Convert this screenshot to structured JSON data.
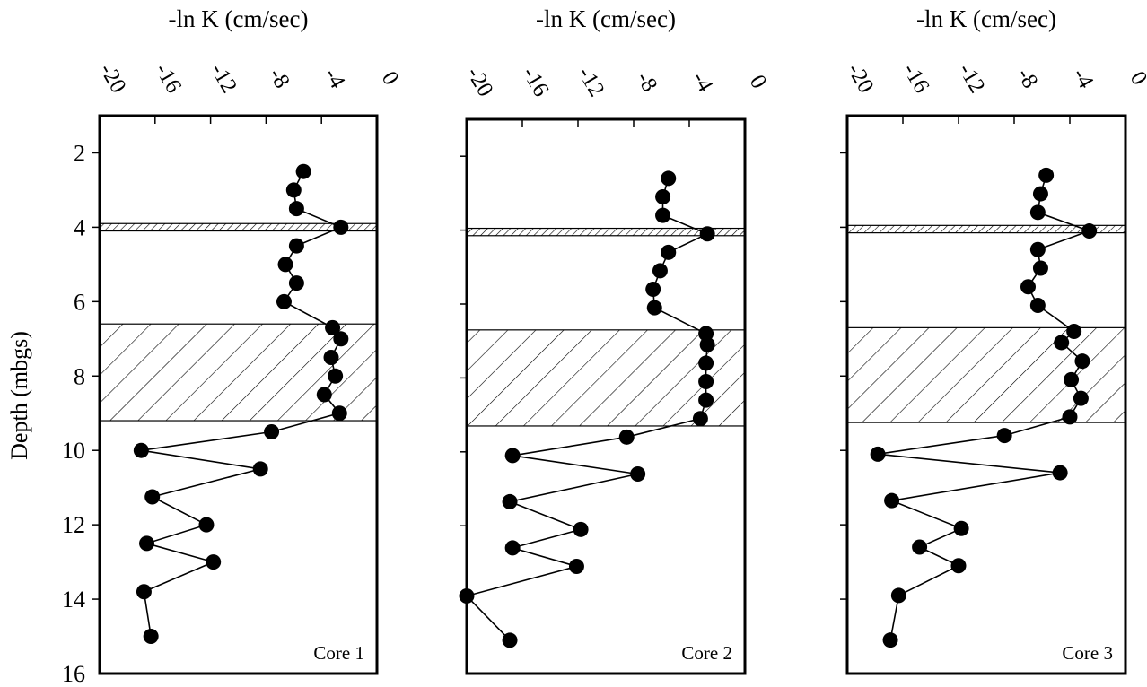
{
  "chart_data": [
    {
      "type": "scatter",
      "panel_label": "Core 1",
      "xlabel": "-ln K (cm/sec)",
      "ylabel": "Depth (mbgs)",
      "xlim": [
        -20,
        0
      ],
      "ylim": [
        16,
        1
      ],
      "xticks": [
        -20,
        -16,
        -12,
        -8,
        -4,
        0
      ],
      "yticks": [
        2,
        4,
        6,
        8,
        10,
        12,
        14,
        16
      ],
      "bands": [
        {
          "top": 3.9,
          "bottom": 4.1,
          "pattern": "hatch-dense"
        },
        {
          "top": 6.6,
          "bottom": 9.2,
          "pattern": "hatch"
        }
      ],
      "series": [
        {
          "x": [
            -5.3,
            -6.0,
            -5.8,
            -2.6,
            -5.8,
            -6.6,
            -5.8,
            -6.7,
            -3.2,
            -2.6,
            -3.3,
            -3.0,
            -3.8,
            -2.7,
            -7.6,
            -17.0,
            -8.4,
            -16.2,
            -12.3,
            -16.6,
            -11.8,
            -16.8,
            -16.3
          ],
          "y": [
            2.5,
            3.0,
            3.5,
            4.0,
            4.5,
            5.0,
            5.5,
            6.0,
            6.7,
            7.0,
            7.5,
            8.0,
            8.5,
            9.0,
            9.5,
            10.0,
            10.5,
            11.25,
            12.0,
            12.5,
            13.0,
            13.8,
            15.0
          ]
        }
      ]
    },
    {
      "type": "scatter",
      "panel_label": "Core 2",
      "xlabel": "-ln K (cm/sec)",
      "ylabel": "",
      "xlim": [
        -20,
        0
      ],
      "ylim": [
        16,
        1
      ],
      "xticks": [
        -20,
        -16,
        -12,
        -8,
        -4,
        0
      ],
      "yticks": [
        2,
        4,
        6,
        8,
        10,
        12,
        14,
        16
      ],
      "bands": [
        {
          "top": 3.95,
          "bottom": 4.15,
          "pattern": "hatch-dense"
        },
        {
          "top": 6.7,
          "bottom": 9.3,
          "pattern": "hatch"
        }
      ],
      "series": [
        {
          "x": [
            -5.5,
            -5.9,
            -5.9,
            -2.7,
            -5.5,
            -6.1,
            -6.6,
            -6.5,
            -2.8,
            -2.7,
            -2.8,
            -2.8,
            -2.8,
            -3.2,
            -8.5,
            -16.7,
            -7.7,
            -16.9,
            -11.8,
            -16.7,
            -12.1,
            -20.0,
            -16.9
          ],
          "y": [
            2.6,
            3.1,
            3.6,
            4.1,
            4.6,
            5.1,
            5.6,
            6.1,
            6.8,
            7.1,
            7.6,
            8.1,
            8.6,
            9.1,
            9.6,
            10.1,
            10.6,
            11.35,
            12.1,
            12.6,
            13.1,
            13.9,
            15.1
          ]
        }
      ]
    },
    {
      "type": "scatter",
      "panel_label": "Core 3",
      "xlabel": "-ln K (cm/sec)",
      "ylabel": "",
      "xlim": [
        -20,
        0
      ],
      "ylim": [
        16,
        1
      ],
      "xticks": [
        -20,
        -16,
        -12,
        -8,
        -4,
        0
      ],
      "yticks": [
        2,
        4,
        6,
        8,
        10,
        12,
        14,
        16
      ],
      "bands": [
        {
          "top": 3.95,
          "bottom": 4.15,
          "pattern": "hatch-dense"
        },
        {
          "top": 6.7,
          "bottom": 9.25,
          "pattern": "hatch"
        }
      ],
      "series": [
        {
          "x": [
            -5.7,
            -6.1,
            -6.3,
            -2.6,
            -6.3,
            -6.1,
            -7.0,
            -6.3,
            -3.7,
            -4.6,
            -3.1,
            -3.9,
            -3.2,
            -4.0,
            -8.7,
            -17.8,
            -4.7,
            -16.8,
            -11.8,
            -14.8,
            -12.0,
            -16.3,
            -16.9
          ],
          "y": [
            2.6,
            3.1,
            3.6,
            4.1,
            4.6,
            5.1,
            5.6,
            6.1,
            6.8,
            7.1,
            7.6,
            8.1,
            8.6,
            9.1,
            9.6,
            10.1,
            10.6,
            11.35,
            12.1,
            12.6,
            13.1,
            13.9,
            15.1
          ]
        }
      ]
    }
  ]
}
